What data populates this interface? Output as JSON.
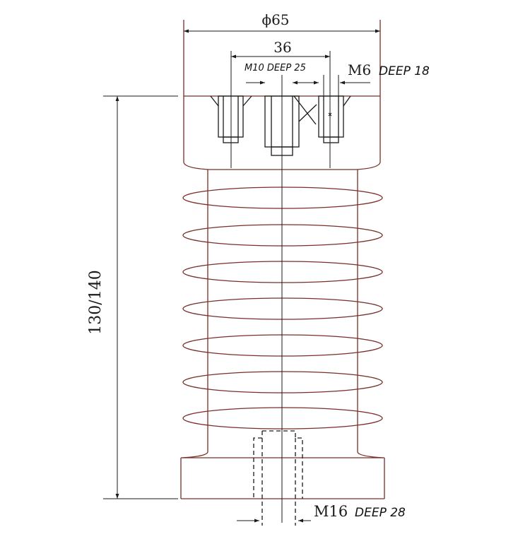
{
  "dimensions": {
    "diameter": "ϕ65",
    "spacing": "36",
    "height": "130/140"
  },
  "threads": {
    "center_top": "M10 DEEP 25",
    "side_top_size": "M6",
    "side_top_depth": "DEEP 18",
    "bottom_size": "M16",
    "bottom_depth": "DEEP 28"
  },
  "colors": {
    "insulator_outline": "#7a2e2a",
    "line": "#1a1a1a"
  }
}
